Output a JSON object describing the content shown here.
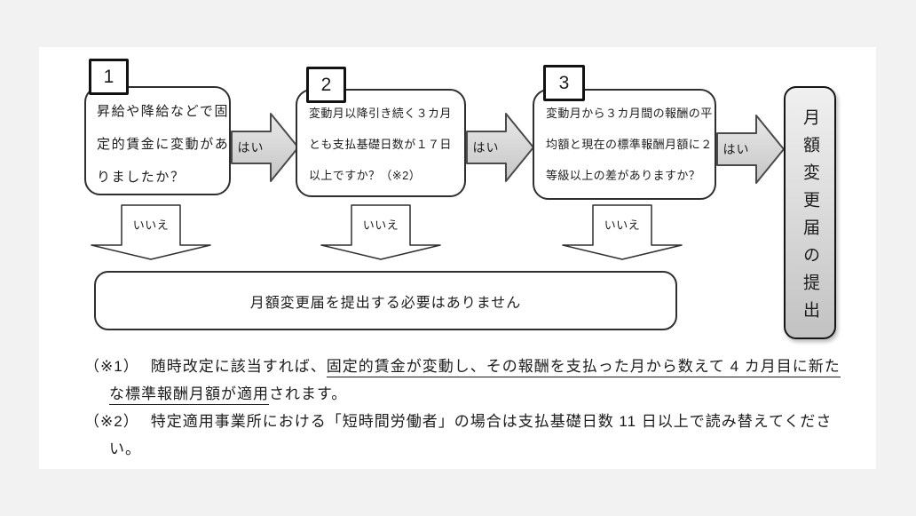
{
  "colors": {
    "page_background": "#f2f2f2",
    "card_background": "#ffffff",
    "box_border": "#2f2f2f",
    "yes_arrow_fill_top": "#e9e9e9",
    "yes_arrow_fill_bottom": "#c5c5c5",
    "submit_box_fill_top": "#f0f0f0",
    "submit_box_fill_bottom": "#c2c2c2"
  },
  "flowchart": {
    "steps": [
      {
        "number": "1",
        "lines": [
          "昇給や降給などで固",
          "定的賃金に変動があ",
          "りましたか？"
        ]
      },
      {
        "number": "2",
        "lines": [
          "変動月以降引き続く３カ月",
          "とも支払基礎日数が１７日",
          "以上ですか？（※2）"
        ]
      },
      {
        "number": "3",
        "lines": [
          "変動月から３カ月間の報酬の平",
          "均額と現在の標準報酬月額に２",
          "等級以上の差がありますか？"
        ]
      }
    ],
    "yes_label": "はい",
    "no_label": "いいえ",
    "no_result_text": "月額変更届を提出する必要はありません",
    "submit_result_text": "月額変更届の提出"
  },
  "footnotes": {
    "note1": {
      "marker": "（※1）",
      "line1_plain": "随時改定に該当すれば、",
      "line1_underlined": "固定的賃金が変動し、その報酬を支払った月から数えて 4 カ月目に新た",
      "line2_underlined": "な標準報酬月額が適用",
      "line2_plain": "されます。"
    },
    "note2": {
      "marker": "（※2）",
      "line1": "特定適用事業所における「短時間労働者」の場合は支払基礎日数 11 日以上で読み替えてくださ",
      "line2": "い。"
    }
  }
}
